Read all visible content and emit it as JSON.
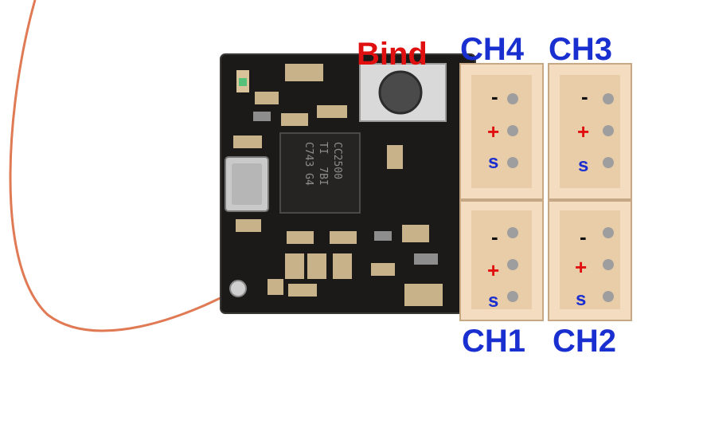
{
  "labels": {
    "bind": "Bind",
    "ch1": "CH1",
    "ch2": "CH2",
    "ch3": "CH3",
    "ch4": "CH4"
  },
  "pins": {
    "minus": "-",
    "plus": "+",
    "signal": "s"
  },
  "chip": {
    "line1": "CC2500",
    "line2": "TI  7BI",
    "line3": "C743 G4"
  },
  "colors": {
    "channel_label": "#1a2fd0",
    "bind_label": "#e01010",
    "plus_pin": "#e01010",
    "minus_pin": "#111111",
    "signal_pin": "#1a2fd0",
    "board": "#1b1a18",
    "connector": "#f3dcc0",
    "antenna": "#e07a55"
  }
}
